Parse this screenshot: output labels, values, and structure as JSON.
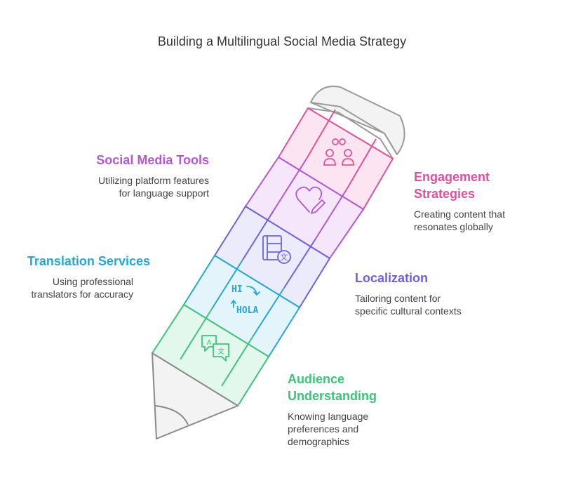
{
  "title": "Building a Multilingual Social Media Strategy",
  "colors": {
    "engagement": "#e0519a",
    "social_tools": "#b357d6",
    "localization": "#7060e0",
    "translation": "#22a8d6",
    "audience": "#3cc47a"
  },
  "sections": [
    {
      "key": "engagement",
      "title_lines": [
        "Engagement",
        "Strategies"
      ],
      "description_lines": [
        "Creating content that",
        "resonates globally"
      ],
      "icon": "people-link-icon"
    },
    {
      "key": "social_tools",
      "title_lines": [
        "Social Media Tools"
      ],
      "description_lines": [
        "Utilizing platform features",
        "for language support"
      ],
      "icon": "heart-pencil-icon"
    },
    {
      "key": "localization",
      "title_lines": [
        "Localization"
      ],
      "description_lines": [
        "Tailoring content for",
        "specific cultural contexts"
      ],
      "icon": "film-translate-icon"
    },
    {
      "key": "translation",
      "title_lines": [
        "Translation Services"
      ],
      "description_lines": [
        "Using professional",
        "translators for accuracy"
      ],
      "icon": "hi-hola-icon"
    },
    {
      "key": "audience",
      "title_lines": [
        "Audience",
        "Understanding"
      ],
      "description_lines": [
        "Knowing language",
        "preferences and",
        "demographics"
      ],
      "icon": "speech-translate-icon"
    }
  ],
  "icon_text": {
    "hi": "HI",
    "hola": "HOLA",
    "a": "A",
    "wen": "文"
  }
}
